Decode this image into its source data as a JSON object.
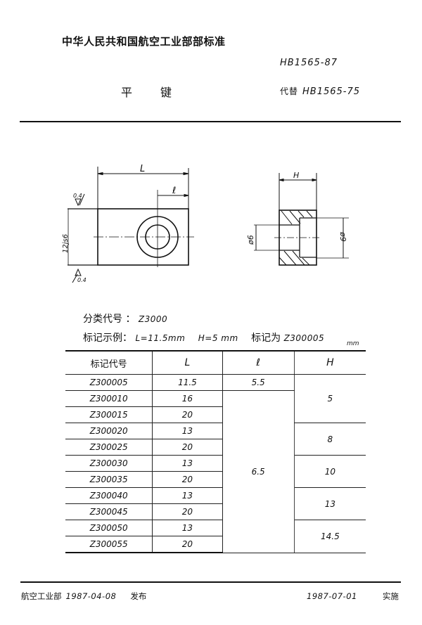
{
  "header": {
    "organization": "中华人民共和国航空工业部部标准",
    "standard_number": "HB1565-87",
    "title": "平键",
    "replaces_label": "代替",
    "replaces_number": "HB1565-75"
  },
  "drawing": {
    "dim_L": "L",
    "dim_l": "ℓ",
    "dim_H": "H",
    "roughness_top": "0.4",
    "roughness_bottom": "0.4",
    "fit": "12js6",
    "dia_inner": "ø6",
    "dia_outer": "ø9"
  },
  "meta": {
    "class_code_label": "分类代号",
    "class_code": "Z3000",
    "example_label": "标记示例：",
    "example_L": "L=11.5mm",
    "example_H": "H=5 mm",
    "example_mark_label": "标记为",
    "example_mark": "Z300005",
    "unit": "mm"
  },
  "table": {
    "headers": [
      "标记代号",
      "L",
      "ℓ",
      "H"
    ],
    "rows": [
      {
        "code": "Z300005",
        "L": "11.5",
        "l": "5.5",
        "H": "5"
      },
      {
        "code": "Z300010",
        "L": "16",
        "l": "6.5",
        "H": "5"
      },
      {
        "code": "Z300015",
        "L": "20",
        "l": "6.5",
        "H": "5"
      },
      {
        "code": "Z300020",
        "L": "13",
        "l": "6.5",
        "H": "8"
      },
      {
        "code": "Z300025",
        "L": "20",
        "l": "6.5",
        "H": "8"
      },
      {
        "code": "Z300030",
        "L": "13",
        "l": "6.5",
        "H": "10"
      },
      {
        "code": "Z300035",
        "L": "20",
        "l": "6.5",
        "H": "10"
      },
      {
        "code": "Z300040",
        "L": "13",
        "l": "6.5",
        "H": "13"
      },
      {
        "code": "Z300045",
        "L": "20",
        "l": "6.5",
        "H": "13"
      },
      {
        "code": "Z300050",
        "L": "13",
        "l": "6.5",
        "H": "14.5"
      },
      {
        "code": "Z300055",
        "L": "20",
        "l": "6.5",
        "H": "14.5"
      }
    ],
    "merged": {
      "l_first": "5.5",
      "l_rest": "6.5",
      "H_5": "5",
      "H_8": "8",
      "H_10": "10",
      "H_13": "13",
      "H_14_5": "14.5"
    }
  },
  "footer": {
    "issuer": "航空工业部",
    "issue_date": "1987-04-08",
    "issue_label": "发布",
    "effective_date": "1987-07-01",
    "effective_label": "实施"
  }
}
